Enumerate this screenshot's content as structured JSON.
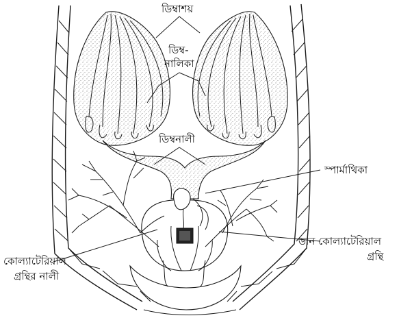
{
  "labels": {
    "ovary": "ডিম্বাশয়",
    "ovariole_1": "ডিম্ব-",
    "ovariole_2": "নালিকা",
    "oviduct": "ডিম্বনালী",
    "spermatheca": "স্পার্মাথিকা",
    "right_colleterial_1": "ডান কোল্যাটেরিয়াল",
    "right_colleterial_2": "গ্রন্থি",
    "colleterial_duct_1": "কোল্যাটেরিয়াল",
    "colleterial_duct_2": "গ্রন্থির নালী"
  }
}
